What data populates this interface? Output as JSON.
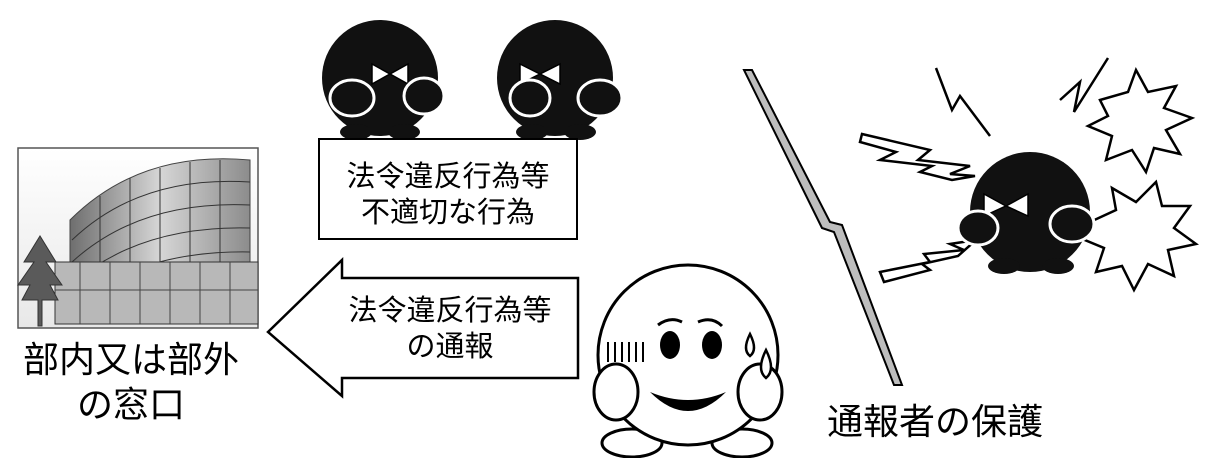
{
  "office": {
    "label_line1": "部内又は部外",
    "label_line2": "の窓口"
  },
  "violation_box": {
    "line1": "法令違反行為等",
    "line2": "不適切な行為"
  },
  "report_arrow": {
    "line1": "法令違反行為等",
    "line2": "の通報"
  },
  "protection": {
    "label": "通報者の保護"
  },
  "colors": {
    "figure": "#111111",
    "outline": "#000000",
    "lightning_bar": "#bdbdbd",
    "building_gray": "#9a9a9a"
  }
}
